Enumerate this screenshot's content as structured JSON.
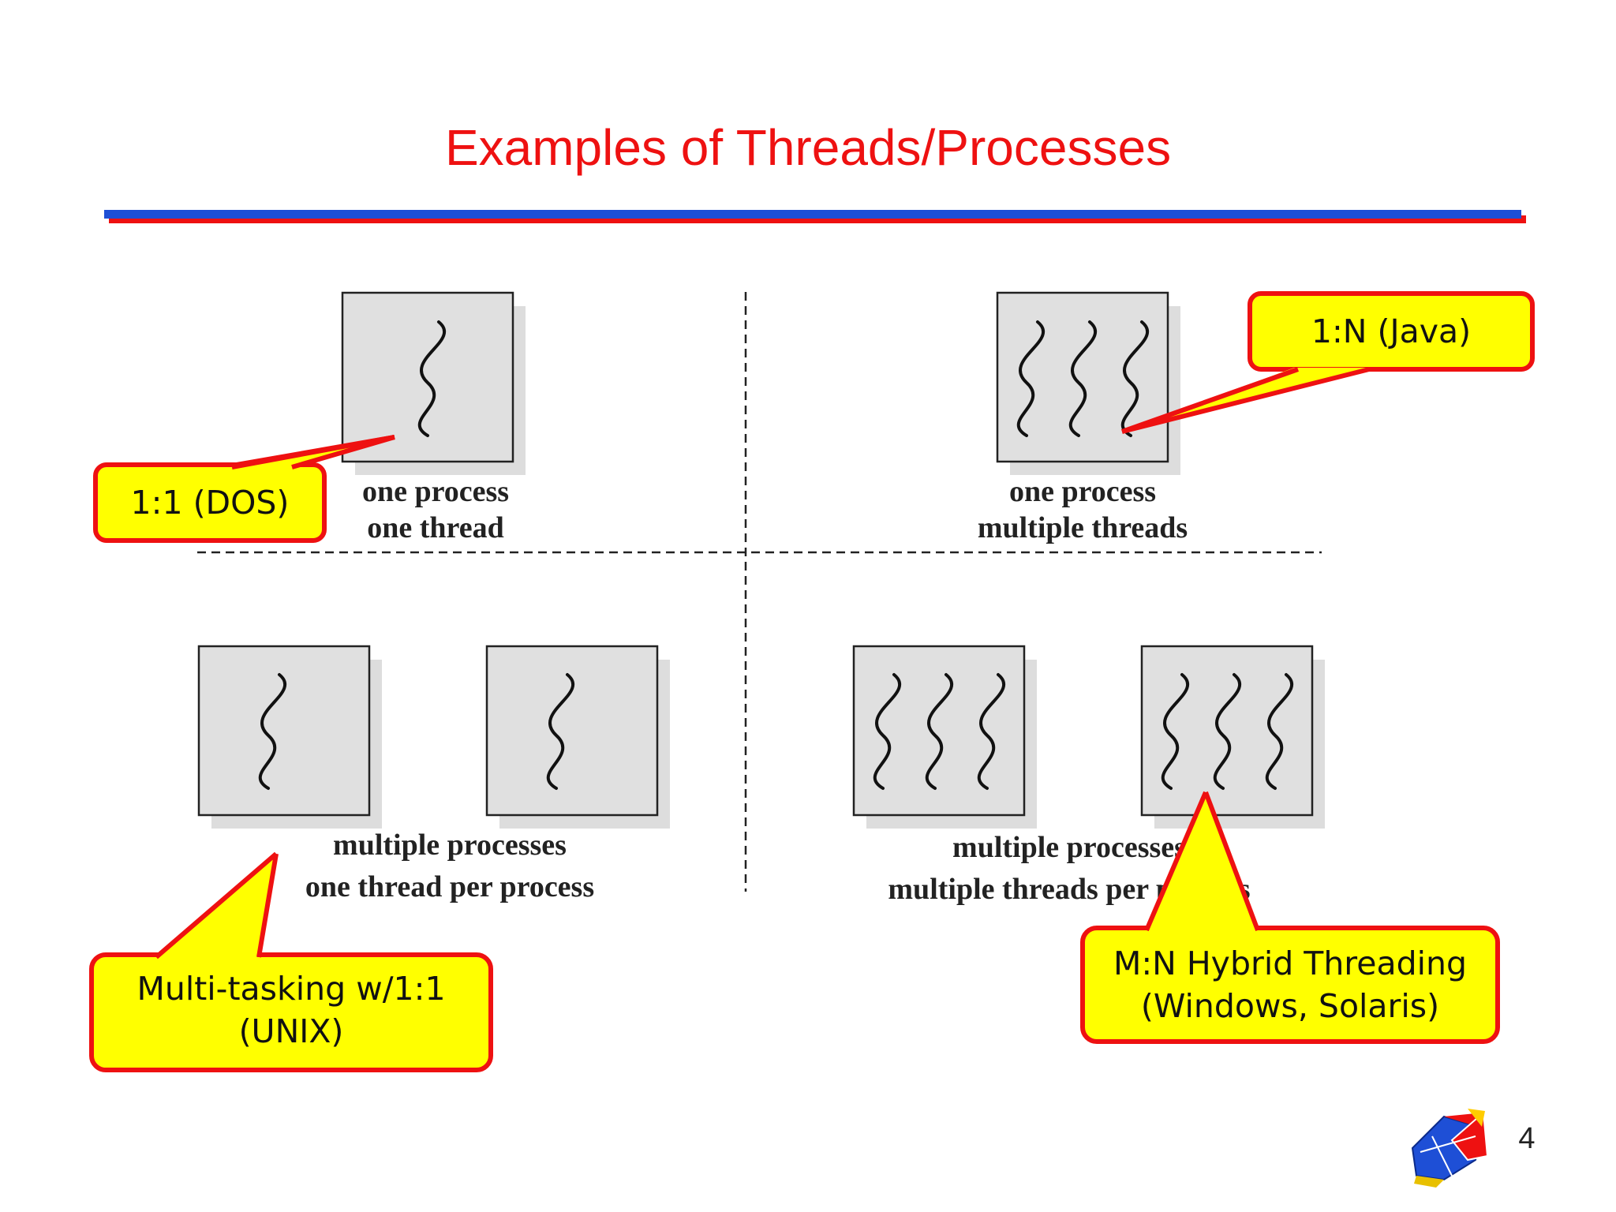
{
  "slide": {
    "title": "Examples of Threads/Processes",
    "page_number": "4"
  },
  "quadrants": {
    "top_left": {
      "caption_line1": "one process",
      "caption_line2": "one thread"
    },
    "top_right": {
      "caption_line1": "one process",
      "caption_line2": "multiple threads"
    },
    "bottom_left": {
      "caption_line1": "multiple processes",
      "caption_line2": "one thread per process"
    },
    "bottom_right": {
      "caption_line1": "multiple processes",
      "caption_line2": "multiple threads per process"
    }
  },
  "callouts": {
    "dos": {
      "text": "1:1 (DOS)"
    },
    "java": {
      "text": "1:N (Java)"
    },
    "unix": {
      "line1": "Multi-tasking w/1:1",
      "line2": "(UNIX)"
    },
    "hybrid": {
      "line1": "M:N Hybrid Threading",
      "line2": "(Windows, Solaris)"
    }
  },
  "colors": {
    "title": "#ee1111",
    "rule_blue": "#1e4fd6",
    "rule_red": "#ee1111",
    "callout_fill": "#ffff00",
    "callout_border": "#ee1111",
    "process_box": "#e0e0e0"
  }
}
